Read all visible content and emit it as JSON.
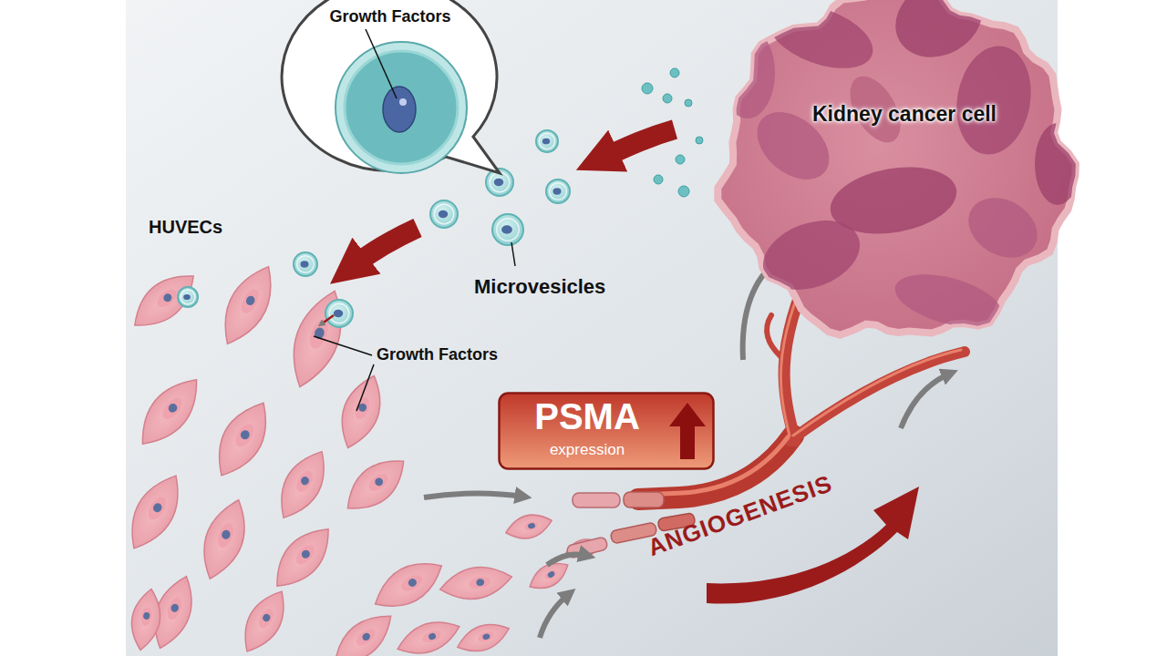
{
  "diagram": {
    "nodes": [
      {
        "text": [
          "Growth Factors"
        ]
      },
      {
        "text": [
          "Kidney cancer cell"
        ]
      },
      {
        "text": [
          "PSMA",
          "expression"
        ]
      }
    ],
    "labels": [
      "HUVECs",
      "Microvesicles",
      "Growth Factors",
      "ANGIOGENESIS"
    ]
  }
}
